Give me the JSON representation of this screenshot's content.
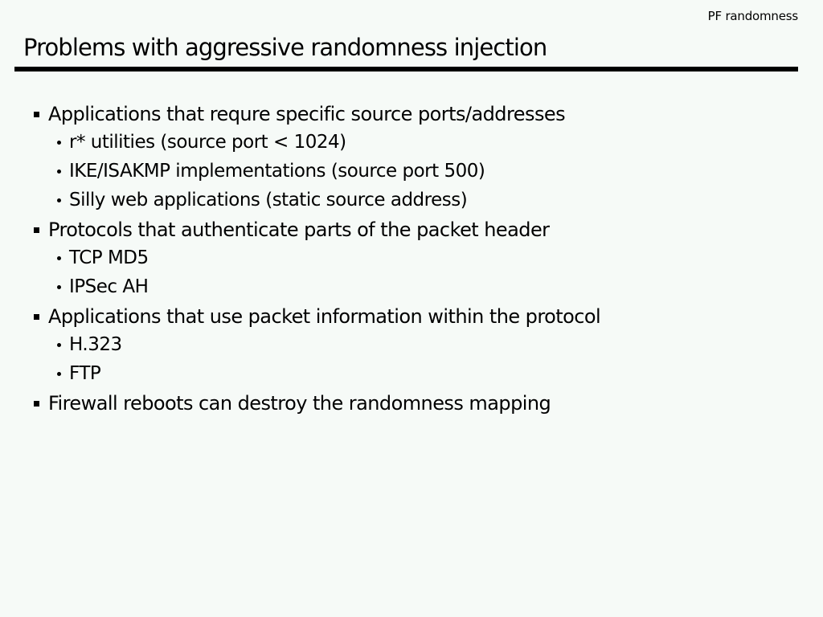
{
  "slide": {
    "running_head": "PF randomness",
    "title": "Problems with aggressive randomness injection",
    "background_color": "#f6faf7",
    "text_color": "#000000",
    "rule_color": "#000000",
    "bullets": [
      {
        "level": 1,
        "marker": "square-bullet",
        "text": "Applications that requre specific source ports/addresses"
      },
      {
        "level": 2,
        "marker": "round-bullet",
        "text": "r* utilities (source port < 1024)"
      },
      {
        "level": 2,
        "marker": "round-bullet",
        "text": "IKE/ISAKMP implementations (source port 500)"
      },
      {
        "level": 2,
        "marker": "round-bullet",
        "text": "Silly web applications (static source address)"
      },
      {
        "level": 1,
        "marker": "square-bullet",
        "text": "Protocols that authenticate parts of the packet header"
      },
      {
        "level": 2,
        "marker": "round-bullet",
        "text": "TCP MD5"
      },
      {
        "level": 2,
        "marker": "round-bullet",
        "text": "IPSec AH"
      },
      {
        "level": 1,
        "marker": "square-bullet",
        "text": "Applications that use packet information within the protocol"
      },
      {
        "level": 2,
        "marker": "round-bullet",
        "text": "H.323"
      },
      {
        "level": 2,
        "marker": "round-bullet",
        "text": "FTP"
      },
      {
        "level": 1,
        "marker": "square-bullet",
        "text": "Firewall reboots can destroy the randomness mapping"
      }
    ]
  }
}
